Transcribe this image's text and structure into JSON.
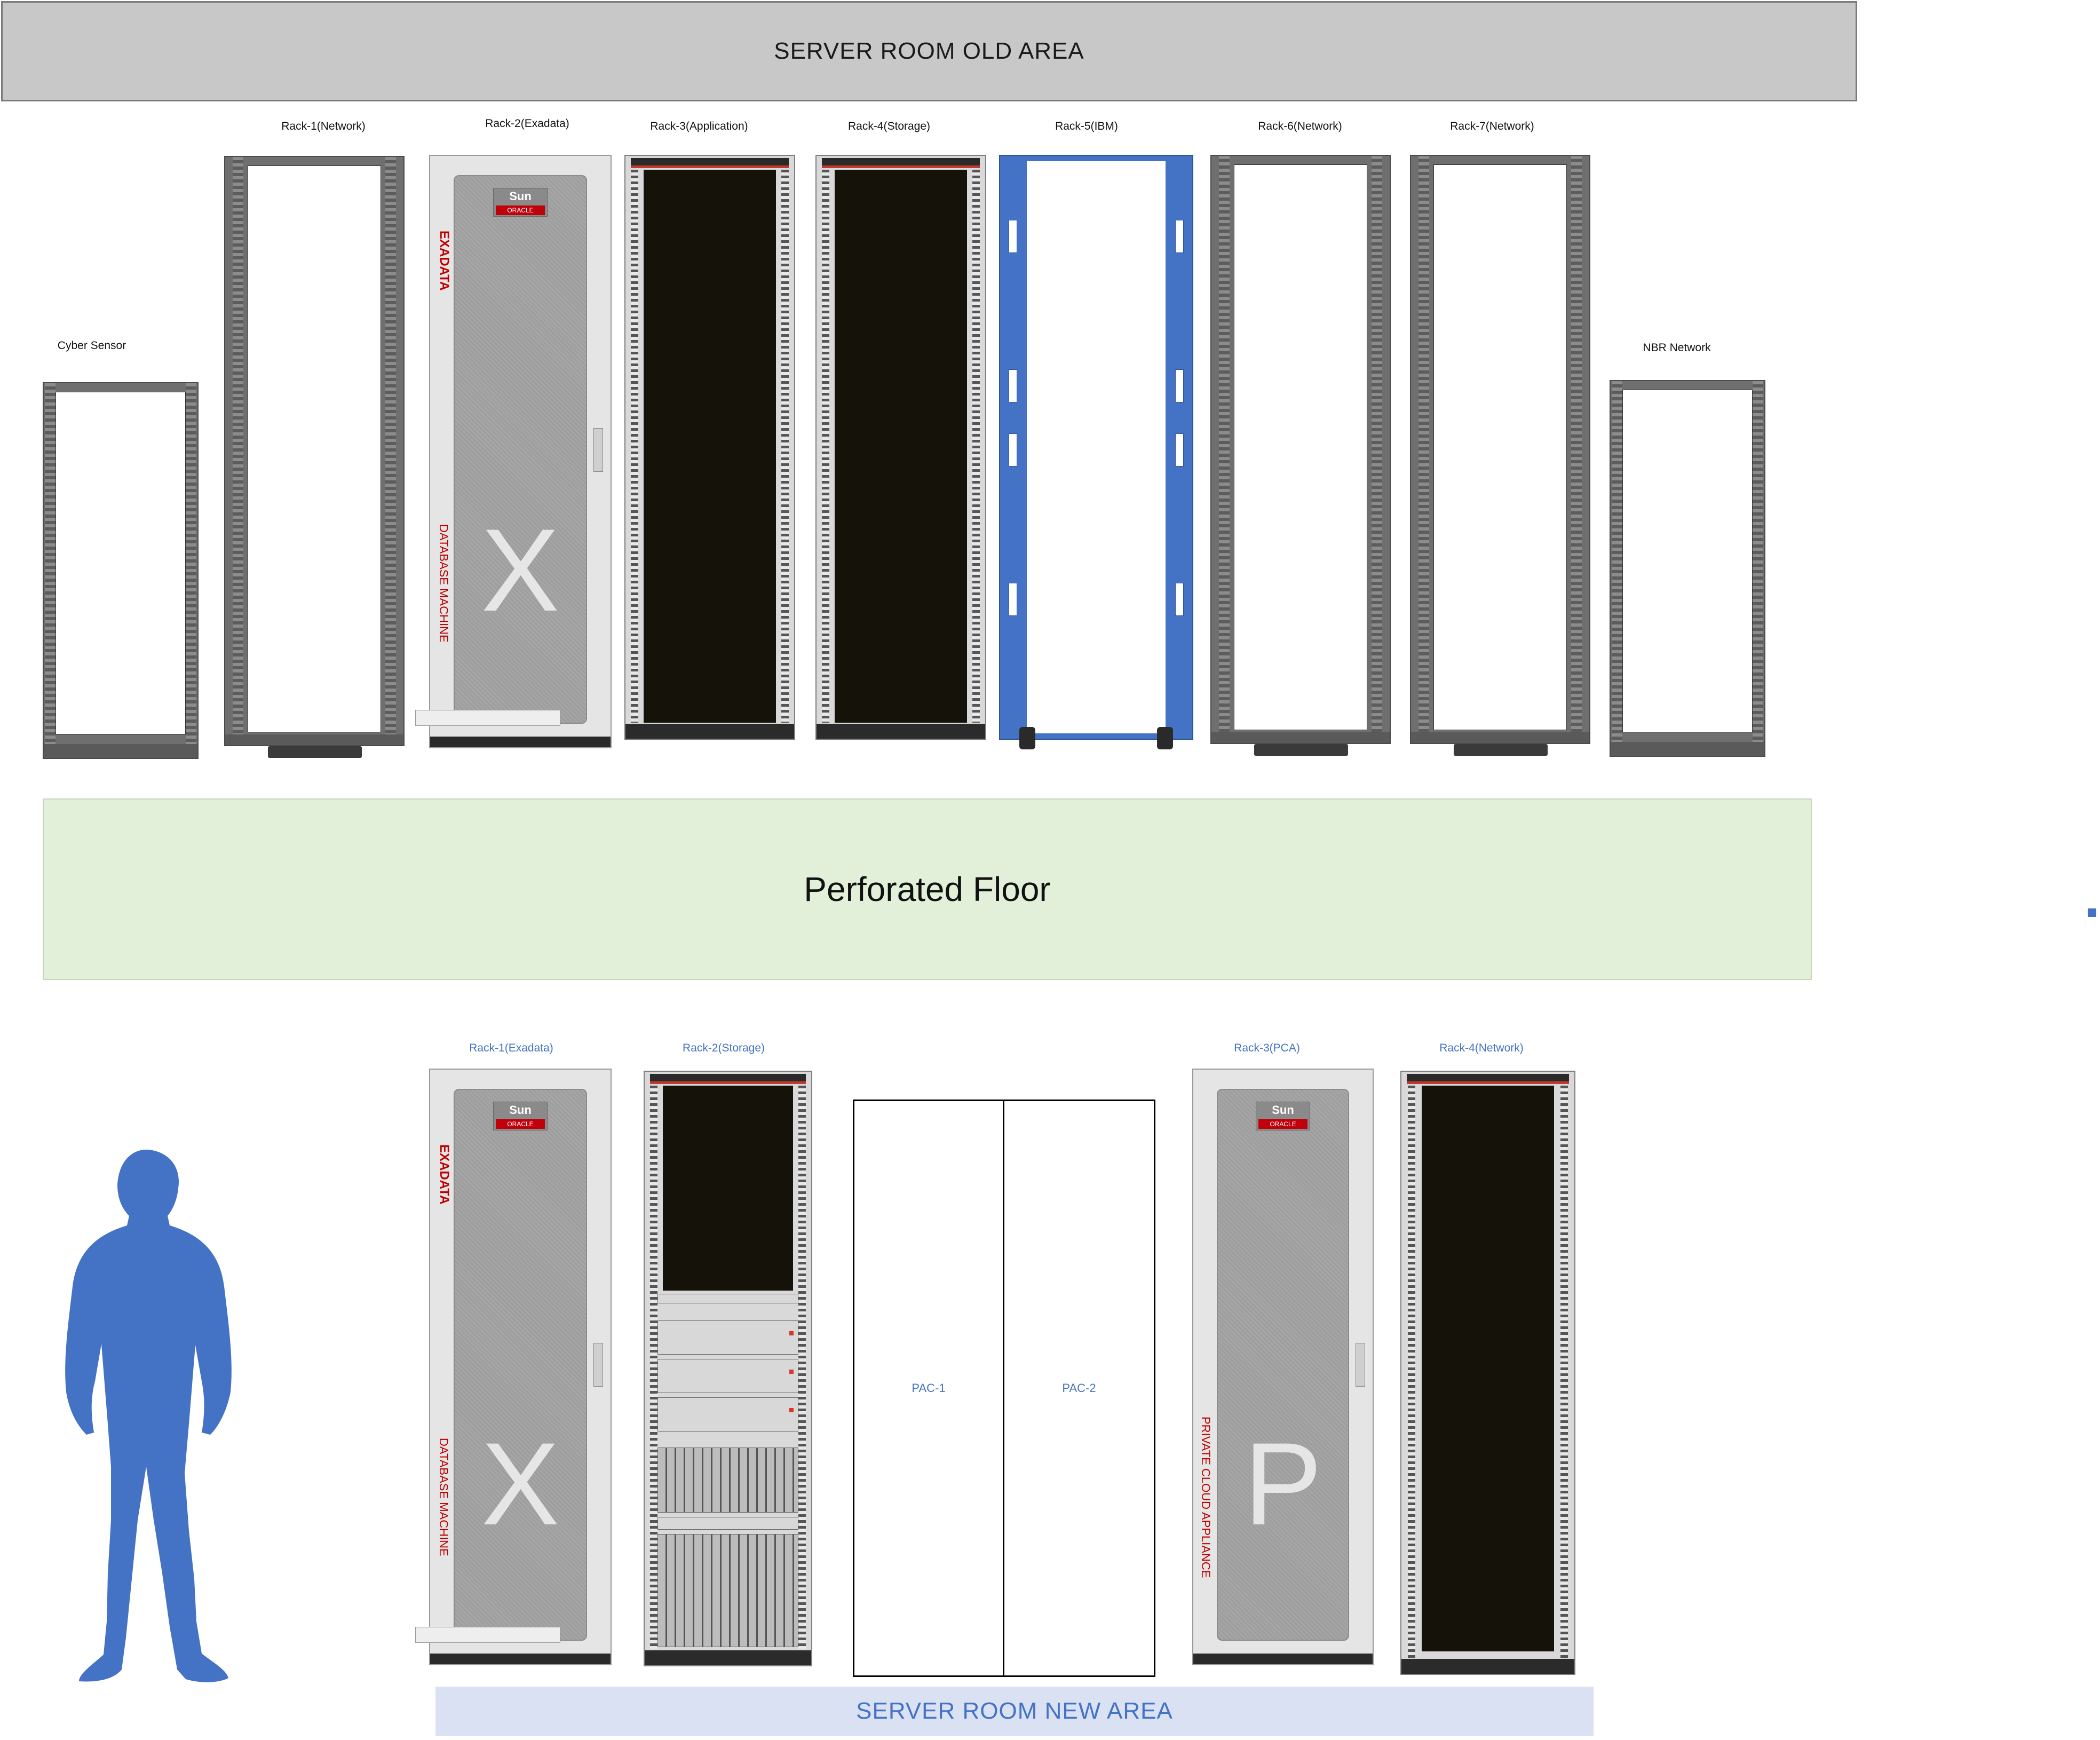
{
  "old_area": {
    "title": "SERVER ROOM OLD AREA",
    "cyber_sensor_label": "Cyber Sensor",
    "nbr_network_label": "NBR Network",
    "racks": [
      {
        "label": "Rack-1(Network)"
      },
      {
        "label": "Rack-2(Exadata)"
      },
      {
        "label": "Rack-3(Application)"
      },
      {
        "label": "Rack-4(Storage)"
      },
      {
        "label": "Rack-5(IBM)"
      },
      {
        "label": "Rack-6(Network)"
      },
      {
        "label": "Rack-7(Network)"
      }
    ]
  },
  "floor": {
    "label": "Perforated Floor"
  },
  "new_area": {
    "title": "SERVER ROOM NEW AREA",
    "racks": [
      {
        "label": "Rack-1(Exadata)"
      },
      {
        "label": "Rack-2(Storage)"
      },
      {
        "label": "Rack-3(PCA)"
      },
      {
        "label": "Rack-4(Network)"
      }
    ],
    "pac_units": [
      {
        "label": "PAC-1"
      },
      {
        "label": "PAC-2"
      }
    ]
  },
  "appliance_text": {
    "exadata": "EXADATA",
    "database_machine": "DATABASE MACHINE",
    "private_cloud": "PRIVATE CLOUD APPLIANCE",
    "sun": "Sun",
    "oracle": "ORACLE",
    "letter_x": "X",
    "letter_p": "P"
  },
  "colors": {
    "accent_blue": "#4472c4",
    "floor_green": "#e2efd9",
    "banner_gray": "#c8c8c8",
    "new_area_blue": "#d9e1f2",
    "exadata_red": "#c00000"
  },
  "icons": {
    "person": "person-silhouette-icon"
  }
}
